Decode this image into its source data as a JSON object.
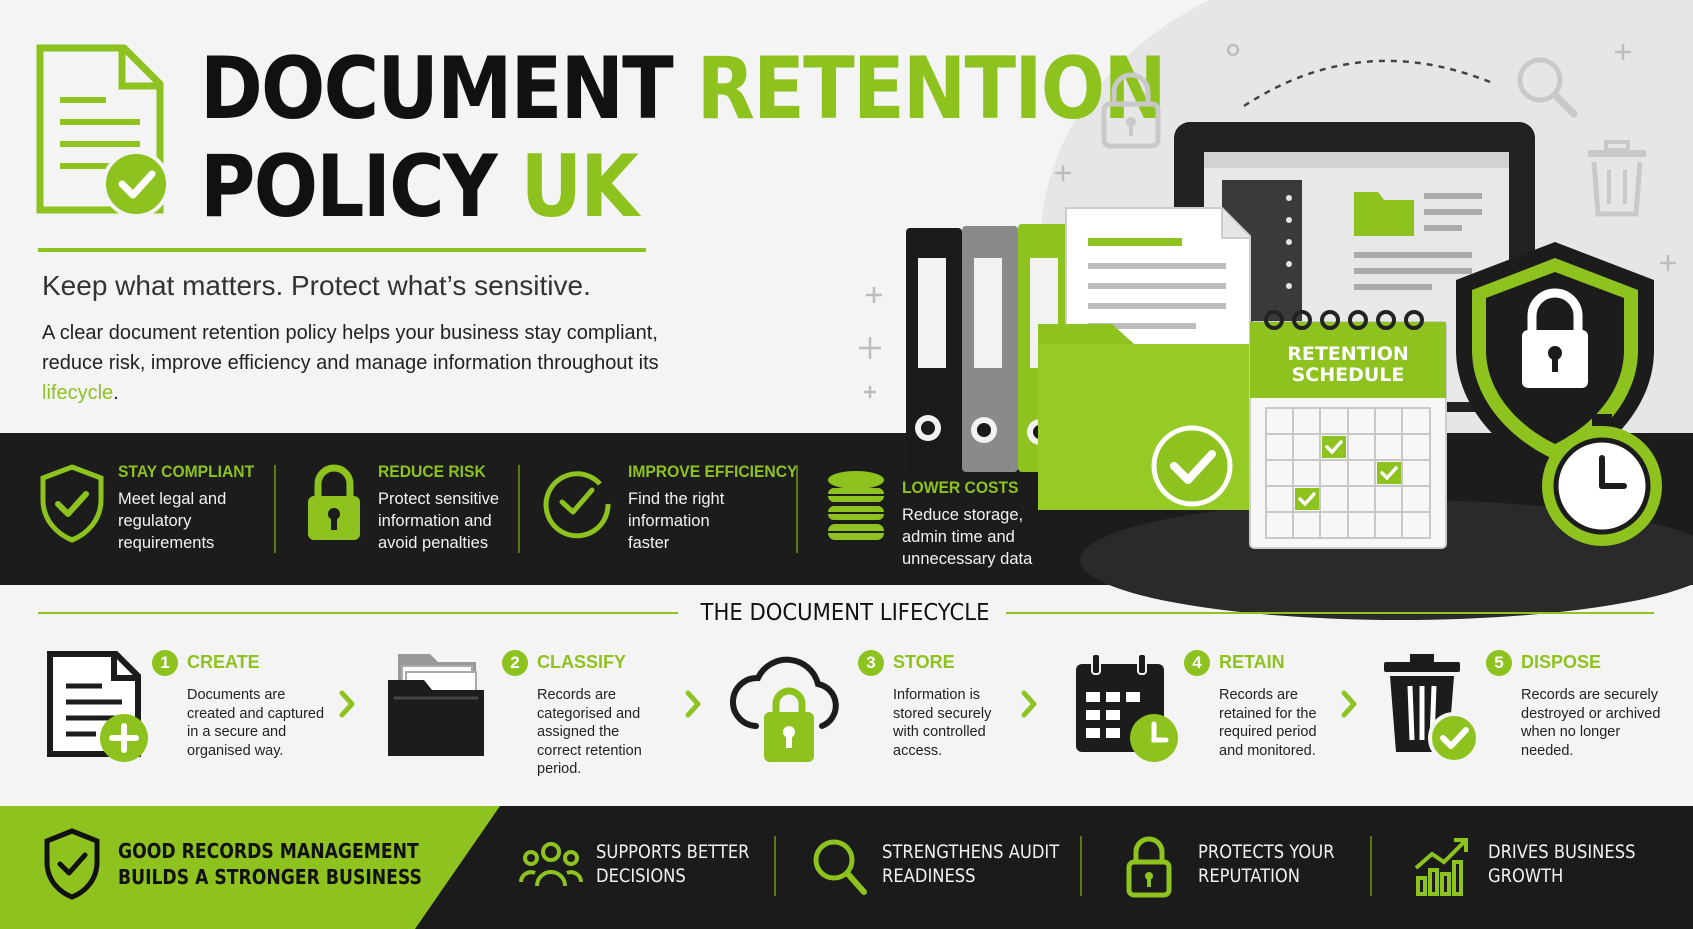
{
  "colors": {
    "accent": "#8dc21f",
    "dark": "#1c1c1c",
    "light": "#f4f4f4"
  },
  "header": {
    "title_line1_dark": "DOCUMENT",
    "title_line1_green": "RETENTION",
    "title_line2_dark": "POLICY",
    "title_line2_green": "UK",
    "tagline": "Keep what matters. Protect what’s sensitive.",
    "intro_main": "A clear document retention policy helps your business stay compliant, reduce risk, improve efficiency and manage information throughout its ",
    "intro_highlight": "lifecycle",
    "intro_end": "."
  },
  "illustration": {
    "calendar_title_line1": "RETENTION",
    "calendar_title_line2": "SCHEDULE",
    "icons": [
      "binder-icon",
      "folder-icon",
      "document-icon",
      "monitor-icon",
      "shield-lock-icon",
      "clock-icon",
      "calendar-icon",
      "lock-icon",
      "search-icon",
      "trash-icon",
      "checkmark-icon"
    ]
  },
  "benefits": [
    {
      "icon": "shield-check-icon",
      "title": "STAY COMPLIANT",
      "text": "Meet legal and regulatory requirements"
    },
    {
      "icon": "padlock-icon",
      "title": "REDUCE RISK",
      "text": "Protect sensitive information and avoid penalties"
    },
    {
      "icon": "clock-check-icon",
      "title": "IMPROVE EFFICIENCY",
      "text": "Find the right information faster"
    },
    {
      "icon": "coins-icon",
      "title": "LOWER COSTS",
      "text": "Reduce storage, admin time and unnecessary data"
    }
  ],
  "lifecycle": {
    "heading": "THE DOCUMENT LIFECYCLE",
    "steps": [
      {
        "num": "1",
        "title": "CREATE",
        "text": "Documents are created and captured in a secure and organised way.",
        "icon": "new-document-icon"
      },
      {
        "num": "2",
        "title": "CLASSIFY",
        "text": "Records are categorised and assigned the correct retention period.",
        "icon": "folder-stack-icon"
      },
      {
        "num": "3",
        "title": "STORE",
        "text": "Information is stored securely with controlled access.",
        "icon": "cloud-lock-icon"
      },
      {
        "num": "4",
        "title": "RETAIN",
        "text": "Records are retained for the required period and monitored.",
        "icon": "calendar-clock-icon"
      },
      {
        "num": "5",
        "title": "DISPOSE",
        "text": "Records are securely destroyed or archived when no longer needed.",
        "icon": "trash-check-icon"
      }
    ]
  },
  "footer": {
    "headline_line1": "GOOD RECORDS MANAGEMENT",
    "headline_line2": "BUILDS A STRONGER BUSINESS",
    "outcomes": [
      {
        "icon": "people-icon",
        "line1": "SUPPORTS BETTER",
        "line2": "DECISIONS"
      },
      {
        "icon": "magnifier-icon",
        "line1": "STRENGTHENS AUDIT",
        "line2": "READINESS"
      },
      {
        "icon": "lock-icon",
        "line1": "PROTECTS YOUR",
        "line2": "REPUTATION"
      },
      {
        "icon": "growth-chart-icon",
        "line1": "DRIVES BUSINESS",
        "line2": "GROWTH"
      }
    ]
  }
}
